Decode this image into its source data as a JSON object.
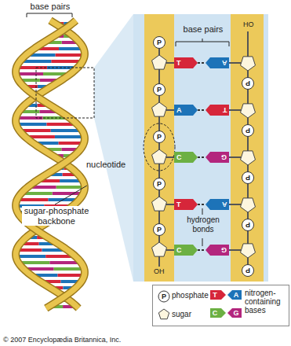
{
  "diagram": {
    "nodes": [
      {
        "text": [
          "T"
        ]
      },
      {
        "text": [
          "A"
        ]
      },
      {
        "text": [
          "C"
        ]
      },
      {
        "text": [
          "T"
        ]
      },
      {
        "text": [
          "C"
        ]
      },
      {
        "text": [
          "A"
        ]
      },
      {
        "text": [
          "T"
        ]
      },
      {
        "text": [
          "G"
        ]
      },
      {
        "text": [
          "A"
        ]
      },
      {
        "text": [
          "G"
        ]
      },
      {
        "text": [
          "P"
        ]
      },
      {
        "text": [
          "P"
        ]
      },
      {
        "text": [
          "P"
        ]
      },
      {
        "text": [
          "P"
        ]
      },
      {
        "text": [
          "P"
        ]
      },
      {
        "text": [
          "P"
        ]
      },
      {
        "text": [
          "P"
        ]
      },
      {
        "text": [
          "P"
        ]
      },
      {
        "text": [
          "P"
        ]
      },
      {
        "text": [
          "P"
        ]
      }
    ],
    "edges": [
      {
        "from": 0,
        "to": 5,
        "arrow": "none"
      },
      {
        "from": 1,
        "to": 6,
        "arrow": "none"
      },
      {
        "from": 2,
        "to": 7,
        "arrow": "none"
      },
      {
        "from": 3,
        "to": 8,
        "arrow": "none"
      },
      {
        "from": 4,
        "to": 9,
        "arrow": "none"
      }
    ],
    "labels": [
      "base pairs",
      "base pairs",
      "HO",
      "nucleotide",
      "sugar-phosphate backbone",
      "hydrogen bonds",
      "OH",
      "P",
      "T",
      "A",
      "C",
      "G",
      "© 2007 Encyclopædia Britannica, Inc."
    ],
    "legend": [
      {
        "text": "phosphate"
      },
      {
        "text": "sugar"
      },
      {
        "text": "nitrogen-containing bases"
      }
    ]
  }
}
